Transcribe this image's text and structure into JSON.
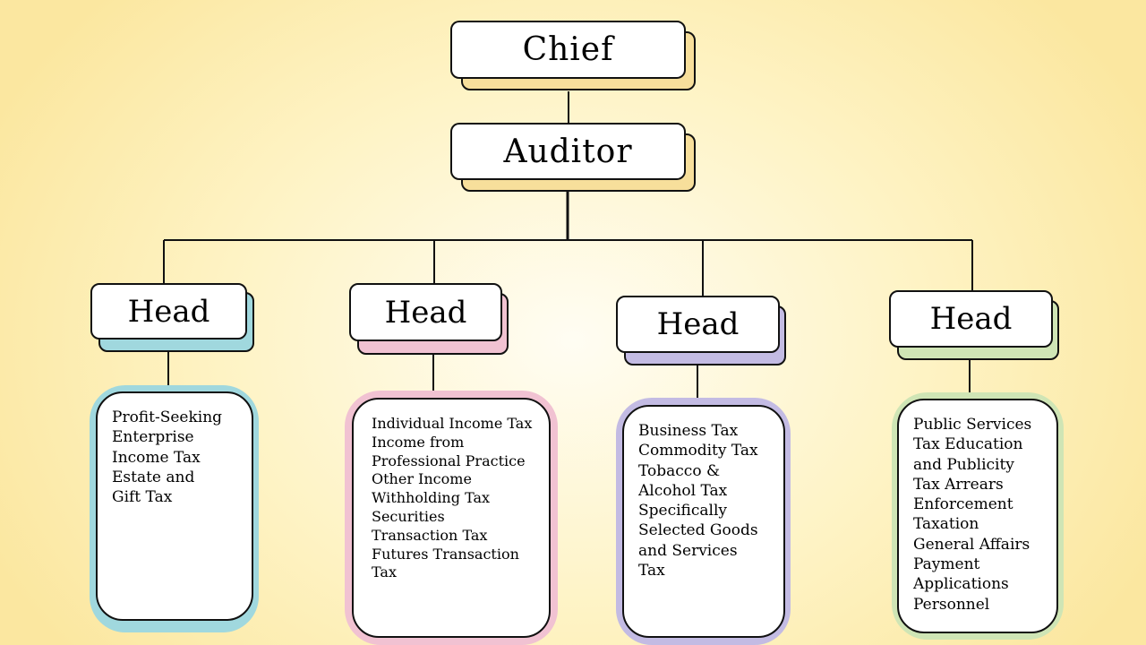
{
  "top": {
    "chief_label": "Chief",
    "auditor_label": "Auditor"
  },
  "heads": [
    {
      "label": "Head",
      "accent": "#a0d8de",
      "items": [
        "Profit-Seeking\nEnterprise\nIncome Tax",
        "Estate and\nGift Tax"
      ]
    },
    {
      "label": "Head",
      "accent": "#f1c2d2",
      "items": [
        "Individual Income Tax",
        "Income from\nProfessional Practice",
        "Other Income\nWithholding Tax",
        "Securities\nTransaction Tax",
        "Futures Transaction\nTax"
      ]
    },
    {
      "label": "Head",
      "accent": "#c3bbe3",
      "items": [
        "Business Tax",
        "Commodity Tax",
        "Tobacco &\nAlcohol Tax",
        "Specifically\nSelected Goods\nand Services\nTax"
      ]
    },
    {
      "label": "Head",
      "accent": "#cfe5b5",
      "items": [
        "Public Services",
        "Tax Education\nand Publicity",
        "Tax Arrears\nEnforcement",
        "Taxation",
        "General Affairs",
        "Payment\nApplications",
        "Personnel"
      ]
    }
  ],
  "colors": {
    "title_shadow": "#f7df9b",
    "line": "#111111"
  }
}
